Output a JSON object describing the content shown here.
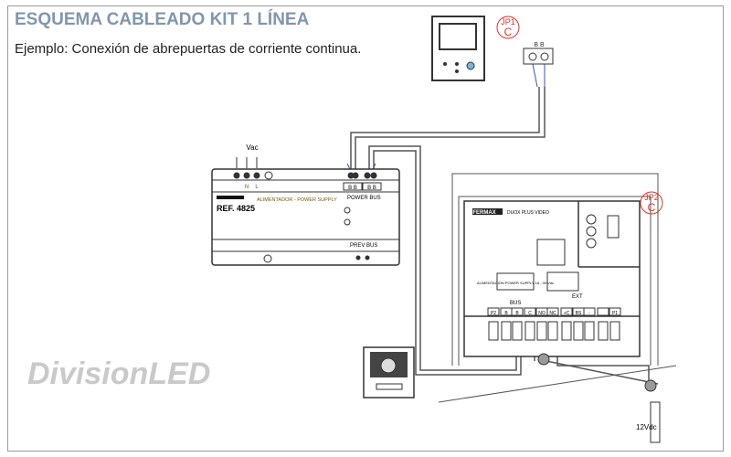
{
  "header": {
    "title": "ESQUEMA CABLEADO KIT 1 LÍNEA",
    "subtitle": "Ejemplo: Conexión de abrepuertas de corriente continua."
  },
  "monitor": {
    "jumper_label": "JP1",
    "jumper_value": "C",
    "terminals": "B  B"
  },
  "power_supply": {
    "input_label": "Vac",
    "terminal_n": "N",
    "terminal_l": "L",
    "ref": "REF. 4825",
    "name": "ALIMENTADOR - POWER SUPPLY",
    "power_bus": "POWER BUS",
    "prev_bus": "PREV BUS",
    "bus_terminals": "B B"
  },
  "panel": {
    "brand": "FERMAX",
    "model": "DUOX PLUS VIDEO",
    "jumper_label": "JP2",
    "jumper_value": "C",
    "bus_label": "BUS",
    "ext_label": "EXT",
    "supply_label": "ALIMENTACION\nPOWER SUPPLY\n18 - 30 Vdc",
    "terminals": [
      "P2",
      "B",
      "B",
      "C",
      "NO",
      "NC",
      "+C",
      "BS",
      "-",
      "",
      "P1"
    ]
  },
  "lock": {
    "voltage": "12Vdc"
  },
  "watermark": "DivisionLED",
  "colors": {
    "title": "#7f97ab",
    "jumper": "#d9342b",
    "wire_bus": "#3b56b5",
    "watermark": "#c9c9c9"
  }
}
